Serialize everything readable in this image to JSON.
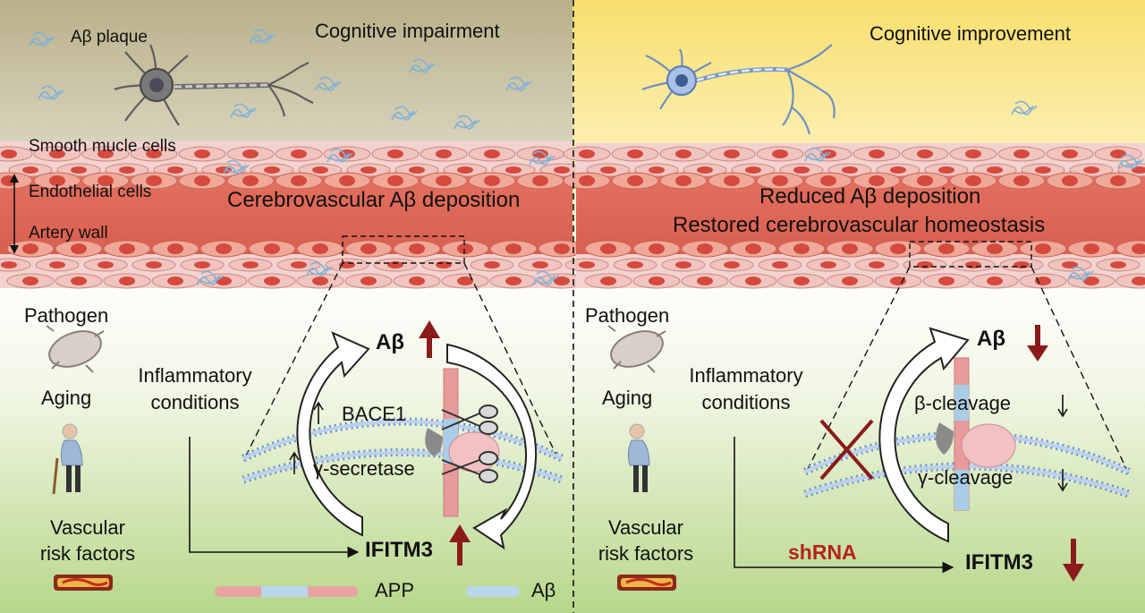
{
  "left": {
    "title": "Cognitive impairment",
    "ab_plaque": "Aβ plaque",
    "smooth_muscle": "Smooth mucle cells",
    "endothelial": "Endothelial cells",
    "artery_wall": "Artery wall",
    "deposition": "Cerebrovascular Aβ deposition",
    "pathogen": "Pathogen",
    "aging": "Aging",
    "vascular_risk": "Vascular\nrisk factors",
    "inflammatory": "Inflammatory\nconditions",
    "ab": "Aβ",
    "bace1": "BACE1",
    "gamma_secretase": "γ-secretase",
    "ifitm3": "IFITM3"
  },
  "right": {
    "title": "Cognitive improvement",
    "reduced": "Reduced Aβ deposition",
    "restored": "Restored cerebrovascular homeostasis",
    "pathogen": "Pathogen",
    "aging": "Aging",
    "vascular_risk": "Vascular\nrisk factors",
    "inflammatory": "Inflammatory\nconditions",
    "ab": "Aβ",
    "beta_cleavage": "β-cleavage",
    "gamma_cleavage": "γ-cleavage",
    "shrna": "shRNA",
    "ifitm3": "IFITM3"
  },
  "legend": {
    "app": "APP",
    "ab": "Aβ"
  },
  "colors": {
    "artery": "#e06a5c",
    "up_arrow": "#8b1a1a",
    "shrna": "#b5221e",
    "top_left_bg": "#bdb48c",
    "top_right_bg": "#f8e27a",
    "bottom_bg": "#b9d98f"
  }
}
